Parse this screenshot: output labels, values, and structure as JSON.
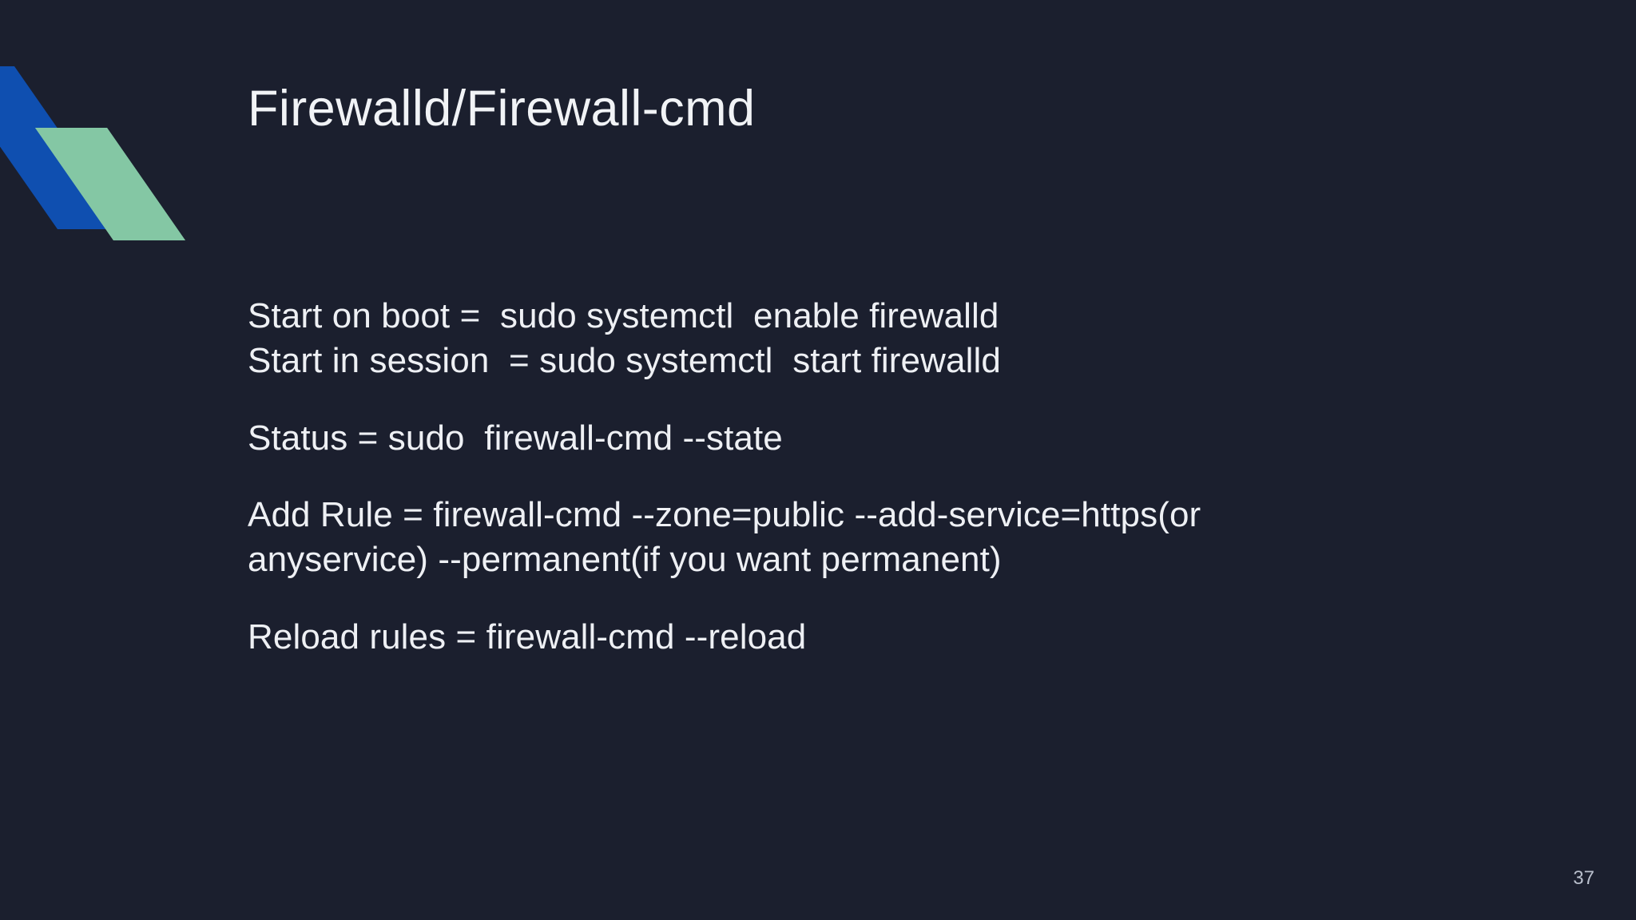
{
  "slide": {
    "title": "Firewalld/Firewall-cmd",
    "page_number": "37",
    "background_color": "#1b1f2e",
    "title_color": "#f1f3f6",
    "body_color": "#eef0f4"
  },
  "logo": {
    "name": "corner-parallelogram-logo",
    "blue_color": "#0f4fb0",
    "green_color": "#84c7a4"
  },
  "body": {
    "line_start_on_boot": "Start on boot =  sudo systemctl  enable firewalld",
    "line_start_in_session": "Start in session  = sudo systemctl  start firewalld",
    "line_status": "Status = sudo  firewall-cmd --state",
    "line_add_rule": "Add Rule = firewall-cmd --zone=public --add-service=https(or anyservice) --permanent(if you want permanent)",
    "line_reload": "Reload rules = firewall-cmd --reload"
  }
}
